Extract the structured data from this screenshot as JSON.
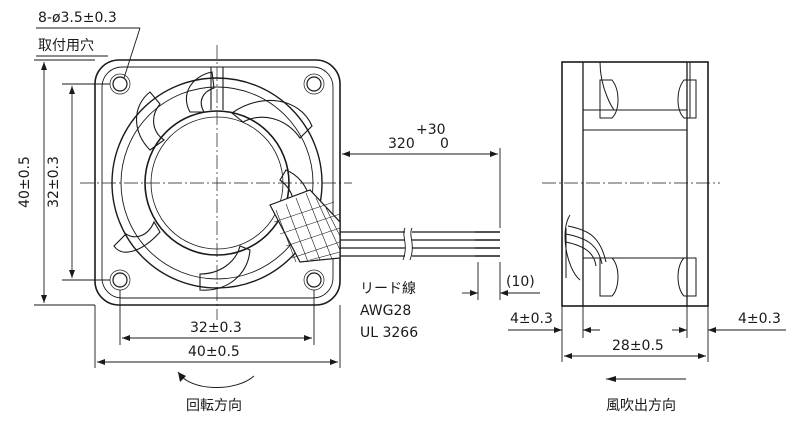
{
  "front_view": {
    "hole_spec": "8-ø3.5±0.3",
    "hole_note": "取付用穴",
    "height_outer": "40±0.5",
    "height_pitch": "32±0.3",
    "width_pitch": "32±0.3",
    "width_outer": "40±0.5",
    "rotation_label": "回転方向"
  },
  "lead_wire": {
    "length_main": "320",
    "length_tol_plus": "+30",
    "length_tol_minus": "0",
    "strip_length": "(10)",
    "name": "リード線",
    "gauge": "AWG28",
    "standard": "UL 3266"
  },
  "side_view": {
    "flange_left": "4±0.3",
    "flange_right": "4±0.3",
    "depth": "28±0.5",
    "airflow_label": "風吹出方向"
  }
}
